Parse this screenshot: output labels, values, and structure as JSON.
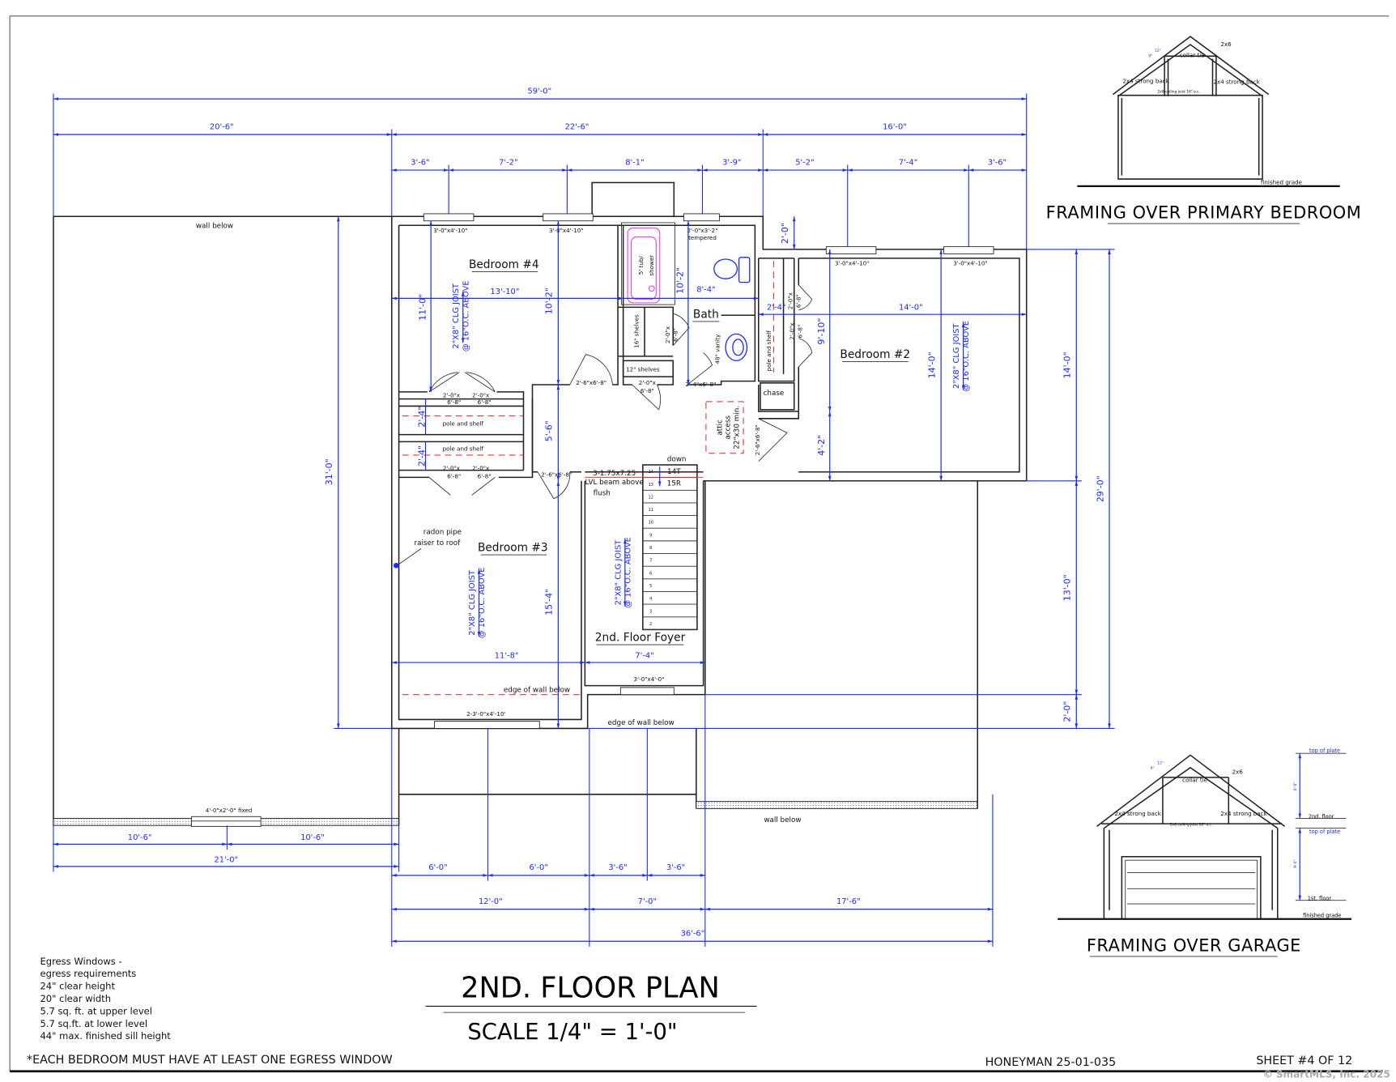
{
  "sheet": {
    "title": "2ND. FLOOR PLAN",
    "scale": "SCALE  1/4\" = 1'-0\"",
    "project": "HONEYMAN 25-01-035",
    "sheet_number": "SHEET #4 OF 12",
    "watermark": "© SmartMLS, Inc.  2025"
  },
  "notes": {
    "lines": [
      "Egress Windows -",
      "egress requirements",
      "24\" clear height",
      "20\" clear width",
      "5.7 sq. ft. at upper level",
      "5.7 sq.ft. at lower level",
      "44\" max. finished sill height"
    ],
    "warning": "*EACH BEDROOM MUST HAVE AT LEAST ONE EGRESS WINDOW"
  },
  "rooms": {
    "bedroom4": "Bedroom #4",
    "bath": "Bath",
    "bedroom2": "Bedroom #2",
    "bedroom3": "Bedroom #3",
    "foyer": "2nd. Floor Foyer",
    "chase": "chase"
  },
  "dims": {
    "overall": "59'-0\"",
    "top_mid": [
      "20'-6\"",
      "22'-6\"",
      "16'-0\""
    ],
    "top_small": [
      "3'-6\"",
      "7'-2\"",
      "8'-1\"",
      "3'-9\"",
      "5'-2\"",
      "7'-4\"",
      "3'-6\""
    ],
    "left_height": "31'-0\"",
    "right_inner": [
      "14'-0\"",
      "13'-0\"",
      "2'-0\""
    ],
    "right_outer": "29'-0\"",
    "step": "2'-0\"",
    "garage_bottom": [
      "10'-6\"",
      "10'-6\"",
      "21'-0\""
    ],
    "bottom_small": [
      "6'-0\"",
      "6'-0\"",
      "3'-6\"",
      "3'-6\""
    ],
    "bottom_mid": [
      "12'-0\"",
      "7'-0\"",
      "17'-6\""
    ],
    "bottom_overall": "36'-6\"",
    "interior": {
      "bed4_width": "13'-10\"",
      "bed4_height": "11'-0\"",
      "hall_a": "10'-2\"",
      "bath_height": "10'-2\"",
      "bath_width": "8'-4\"",
      "closet_w": "2'-4\"",
      "bed2_width": "14'-0\"",
      "bed2_a": "9'-10\"",
      "bed2_b": "4'-2\"",
      "bed2_height": "14'-0\"",
      "closet1": "2'-4\"",
      "closet2": "2'-4\"",
      "hall_b": "5'-6\"",
      "bed3_height": "15'-4\"",
      "bed3_width": "11'-8\"",
      "foyer_width": "7'-4\""
    }
  },
  "windows": {
    "b4_left": "3'-0\"x4'-10\"",
    "b4_right": "3'-0\"x4'-10\"",
    "bath": "2'-0\"x3'-2\"",
    "bath_note": "tempered",
    "b2_left": "3'-0\"x4'-10\"",
    "b2_right": "3'-0\"x4'-10\"",
    "b3": "2-3'-0\"x4'-10'",
    "foyer": "3'-0\"x4'-0\"",
    "garage": "4'-0\"x2'-0\" fixed"
  },
  "doors": {
    "b4_closet_a": [
      "2'-0\"x",
      "6'-8\""
    ],
    "b4_closet_b": [
      "2'-0\"x",
      "6'-8\""
    ],
    "b3_closet_a": [
      "2'-0\"x",
      "6'-8\""
    ],
    "b3_closet_b": [
      "2'-0\"x",
      "6'-8\""
    ],
    "b4_entry": "2'-6\"x6'-8\"",
    "linen": [
      "2'-0\"x",
      "6'-8\""
    ],
    "shelf_closet": [
      "2'-0\"x",
      "6'-8\""
    ],
    "bath_entry": "2'-4\"x6'-8\"",
    "b2_closet_a": [
      "2'-0\"x",
      "6'-8\""
    ],
    "b2_closet_b": [
      "2'-0\"x",
      "6'-8\""
    ],
    "b2_entry": "2'-6\"x6'-8\"",
    "b3_entry": "2'-6\"x6'-8\""
  },
  "labels": {
    "wall_below_top": "wall below",
    "wall_below_bottom": "wall below",
    "tub": [
      "5' tub/",
      "shower"
    ],
    "shelves16": "16\" shelves",
    "shelves12": "12\" shelves",
    "vanity": "48\" vanity",
    "pole_shelf_1": "pole and shelf",
    "pole_shelf_2": "pole and shelf",
    "pole_shelf_3": "pole and shelf",
    "attic": [
      "attic",
      "access",
      "22\"x30 min."
    ],
    "beam": [
      "3-1.75x7.25",
      "LVL beam above",
      "flush"
    ],
    "stairs_down": "down",
    "treads": "14T",
    "risers": "15R",
    "radon": [
      "radon pipe",
      "raiser to roof"
    ],
    "edge_wall_1": "edge of wall below",
    "edge_wall_2": "edge of wall below",
    "joist": [
      "2\"X8\" CLG JOIST",
      "@ 16\"O.C. ABOVE"
    ]
  },
  "stair_numbers": [
    "14",
    "13",
    "12",
    "11",
    "10",
    "9",
    "8",
    "7",
    "6",
    "5",
    "4",
    "3",
    "2"
  ],
  "elevations": {
    "primary": {
      "title": "FRAMING OVER PRIMARY BEDROOM",
      "pitch": [
        "9\"",
        "12\""
      ],
      "two_by_six": "2x6",
      "collar": "collar tie",
      "strong_left": "2x4 strong back",
      "strong_right": "2x4 strong back",
      "ceiling_joist": "2x8 ceiling joist 16\" o.c.",
      "grade": "finished grade"
    },
    "garage": {
      "title": "FRAMING OVER GARAGE",
      "pitch": [
        "9\"",
        "12\""
      ],
      "two_by_six": "2x6",
      "collar": "collar tie",
      "strong_left": "2x4 strong back",
      "strong_right": "2x4 strong back",
      "ceiling_joist": "2x8 ceiling joist 16\" o.c.",
      "top_plate_upper": "top of plate",
      "second_floor": "2nd. floor",
      "top_plate_lower": "top of plate",
      "first_floor": "1st. floor",
      "grade": "finished grade",
      "upper_height": "8'-0\"",
      "lower_height": "9'-0\""
    }
  },
  "colors": {
    "dimension": "#1a2bff",
    "tub": "#f03cf0",
    "hidden_line": "#e23a3a"
  }
}
